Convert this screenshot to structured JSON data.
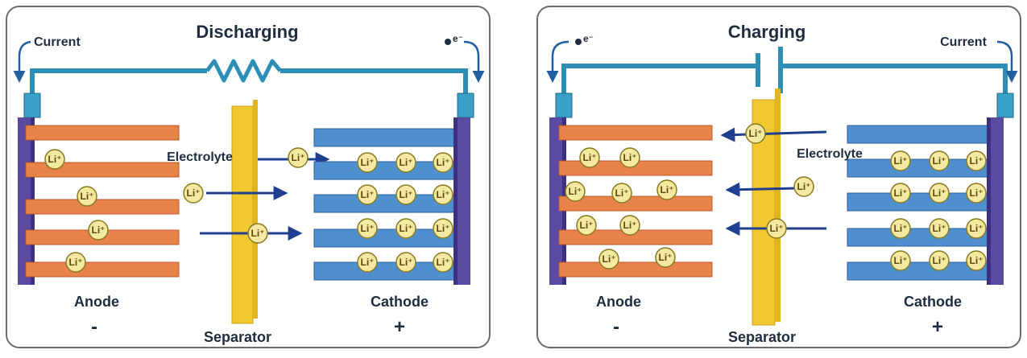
{
  "panels": [
    {
      "id": "discharging",
      "title": "Discharging",
      "current_label": "Current",
      "electron_symbol": "e⁻",
      "electrolyte_label": "Electrolyte",
      "anode_label": "Anode",
      "anode_sign": "-",
      "cathode_label": "Cathode",
      "cathode_sign": "+",
      "separator_label": "Separator",
      "ion_label": "Li⁺"
    },
    {
      "id": "charging",
      "title": "Charging",
      "current_label": "Current",
      "electron_symbol": "e⁻",
      "electrolyte_label": "Electrolyte",
      "anode_label": "Anode",
      "anode_sign": "-",
      "cathode_label": "Cathode",
      "cathode_sign": "+",
      "separator_label": "Separator",
      "ion_label": "Li⁺"
    }
  ],
  "colors": {
    "anode_layer": "#e8834a",
    "cathode_layer": "#4f8fd0",
    "collector": "#5a4aa0",
    "separator": "#f2c830",
    "wire": "#2d8fb5",
    "ion_fill": "#f3e9a0",
    "arrow": "#1f3f8f"
  }
}
